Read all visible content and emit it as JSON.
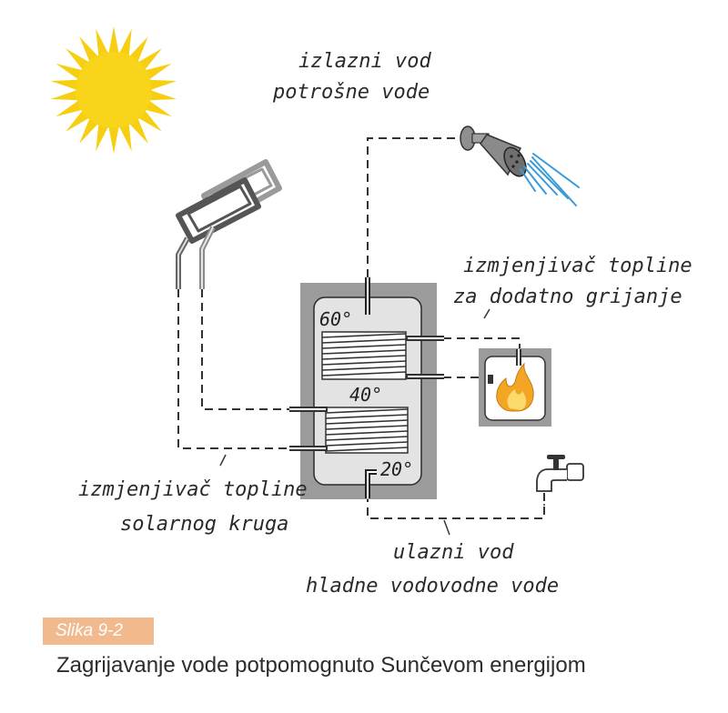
{
  "labels": {
    "outlet_line1": "izlazni vod",
    "outlet_line2": "potrošne vode",
    "aux_exchanger_line1": "izmjenjivač topline",
    "aux_exchanger_line2": "za dodatno grijanje",
    "solar_exchanger_line1": "izmjenjivač topline",
    "solar_exchanger_line2": "solarnog kruga",
    "inlet_line1": "ulazni vod",
    "inlet_line2": "hladne vodovodne vode"
  },
  "temperatures": {
    "top": "60°",
    "middle": "40°",
    "bottom": "20°"
  },
  "figure": {
    "number": "Slika 9-2",
    "caption": "Zagrijavanje vode potpomognuto Sunčevom energijom"
  },
  "colors": {
    "sun": "#f6cf13",
    "tank_shell": "#9b9b9b",
    "tank_inner": "#e3e3e3",
    "badge": "#f0b98e",
    "water_spray": "#3a9ad9",
    "flame": "#f2a623"
  },
  "icons": [
    "sun-icon",
    "solar-collector-icon",
    "shower-head-icon",
    "boiler-flame-icon",
    "water-tap-icon"
  ]
}
